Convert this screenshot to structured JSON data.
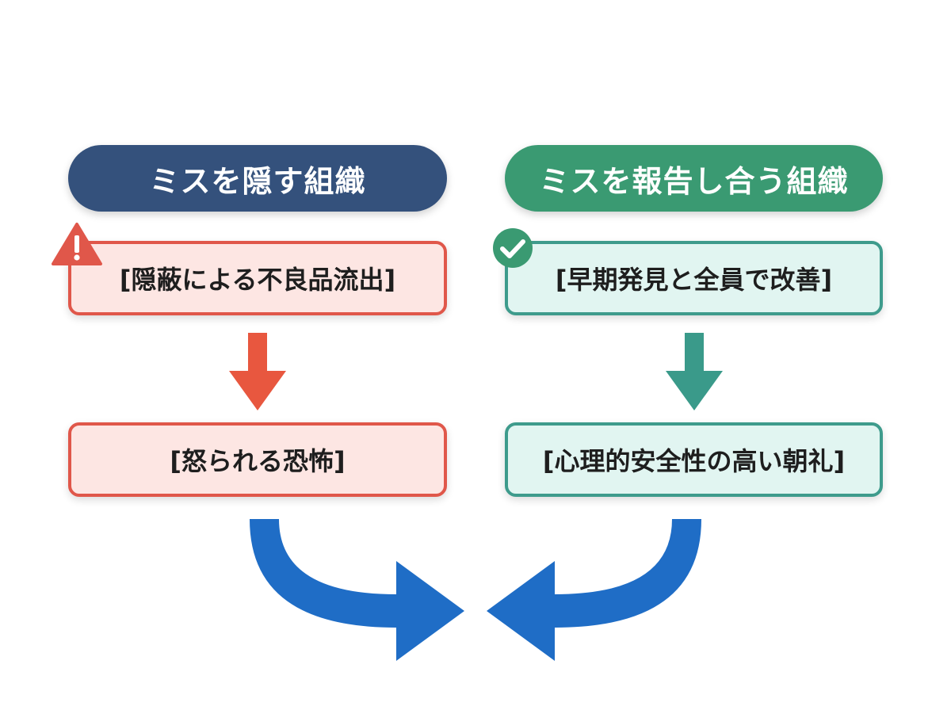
{
  "left": {
    "header": "ミスを隠す組織",
    "step1": "[隠蔽による不良品流出]",
    "step2": "[怒られる恐怖]",
    "icon": "warning-triangle-icon",
    "colors": {
      "header": "#34517c",
      "accent": "#e0574a",
      "fill": "#fde6e3"
    }
  },
  "right": {
    "header": "ミスを報告し合う組織",
    "step1": "[早期発見と全員で改善]",
    "step2": "[心理的安全性の高い朝礼]",
    "icon": "check-circle-icon",
    "colors": {
      "header": "#3a9a72",
      "accent": "#3e9b8c",
      "fill": "#e1f5f1"
    }
  },
  "converge_arrow_color": "#1f6dc6"
}
